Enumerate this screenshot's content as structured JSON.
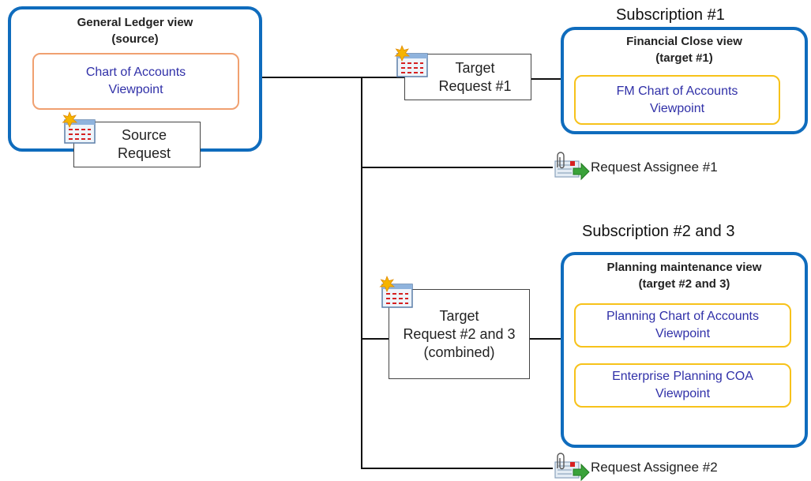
{
  "source_view": {
    "title": "General Ledger view\n(source)",
    "viewpoint": "Chart of Accounts\nViewpoint"
  },
  "source_request": {
    "label": "Source\nRequest"
  },
  "subscription1": {
    "heading": "Subscription #1",
    "target_request": "Target\nRequest #1",
    "view_title": "Financial Close view\n(target #1)",
    "viewpoint": "FM Chart of Accounts\nViewpoint",
    "assignee": "Request Assignee #1"
  },
  "subscription2": {
    "heading": "Subscription #2 and 3",
    "target_request": "Target\nRequest #2 and 3\n(combined)",
    "view_title": "Planning maintenance view\n(target #2 and 3)",
    "viewpoint_a": "Planning Chart of Accounts\nViewpoint",
    "viewpoint_b": "Enterprise Planning COA\nViewpoint",
    "assignee": "Request Assignee #2"
  },
  "colors": {
    "view_border": "#0f6cbd",
    "source_viewpoint_border": "#f0a070",
    "target_viewpoint_border": "#f7c21a",
    "viewpoint_text": "#3030a8"
  },
  "icons": [
    "request-icon",
    "assignee-icon"
  ]
}
